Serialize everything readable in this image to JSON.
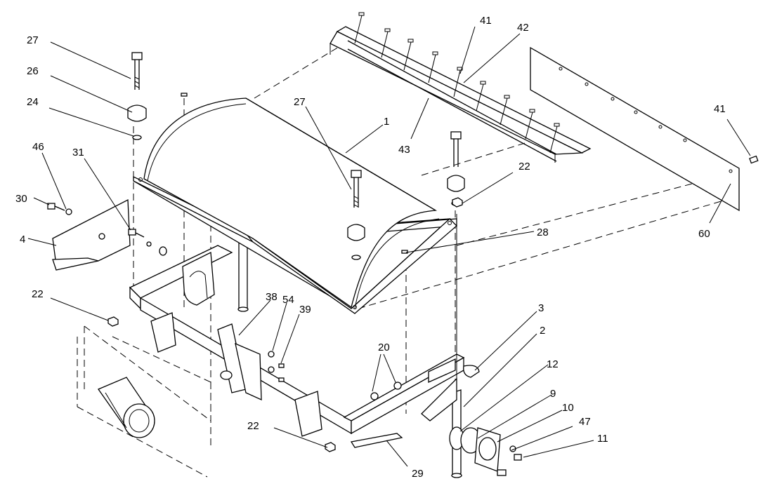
{
  "callouts": {
    "c1": "1",
    "c2": "2",
    "c3": "3",
    "c4": "4",
    "c9": "9",
    "c10": "10",
    "c11": "11",
    "c12": "12",
    "c20": "20",
    "c22a": "22",
    "c22b": "22",
    "c22c": "22",
    "c24": "24",
    "c26": "26",
    "c27a": "27",
    "c27b": "27",
    "c28": "28",
    "c29": "29",
    "c30": "30",
    "c31": "31",
    "c38": "38",
    "c39": "39",
    "c41a": "41",
    "c41b": "41",
    "c42": "42",
    "c43": "43",
    "c46": "46",
    "c47": "47",
    "c54": "54",
    "c60": "60"
  }
}
